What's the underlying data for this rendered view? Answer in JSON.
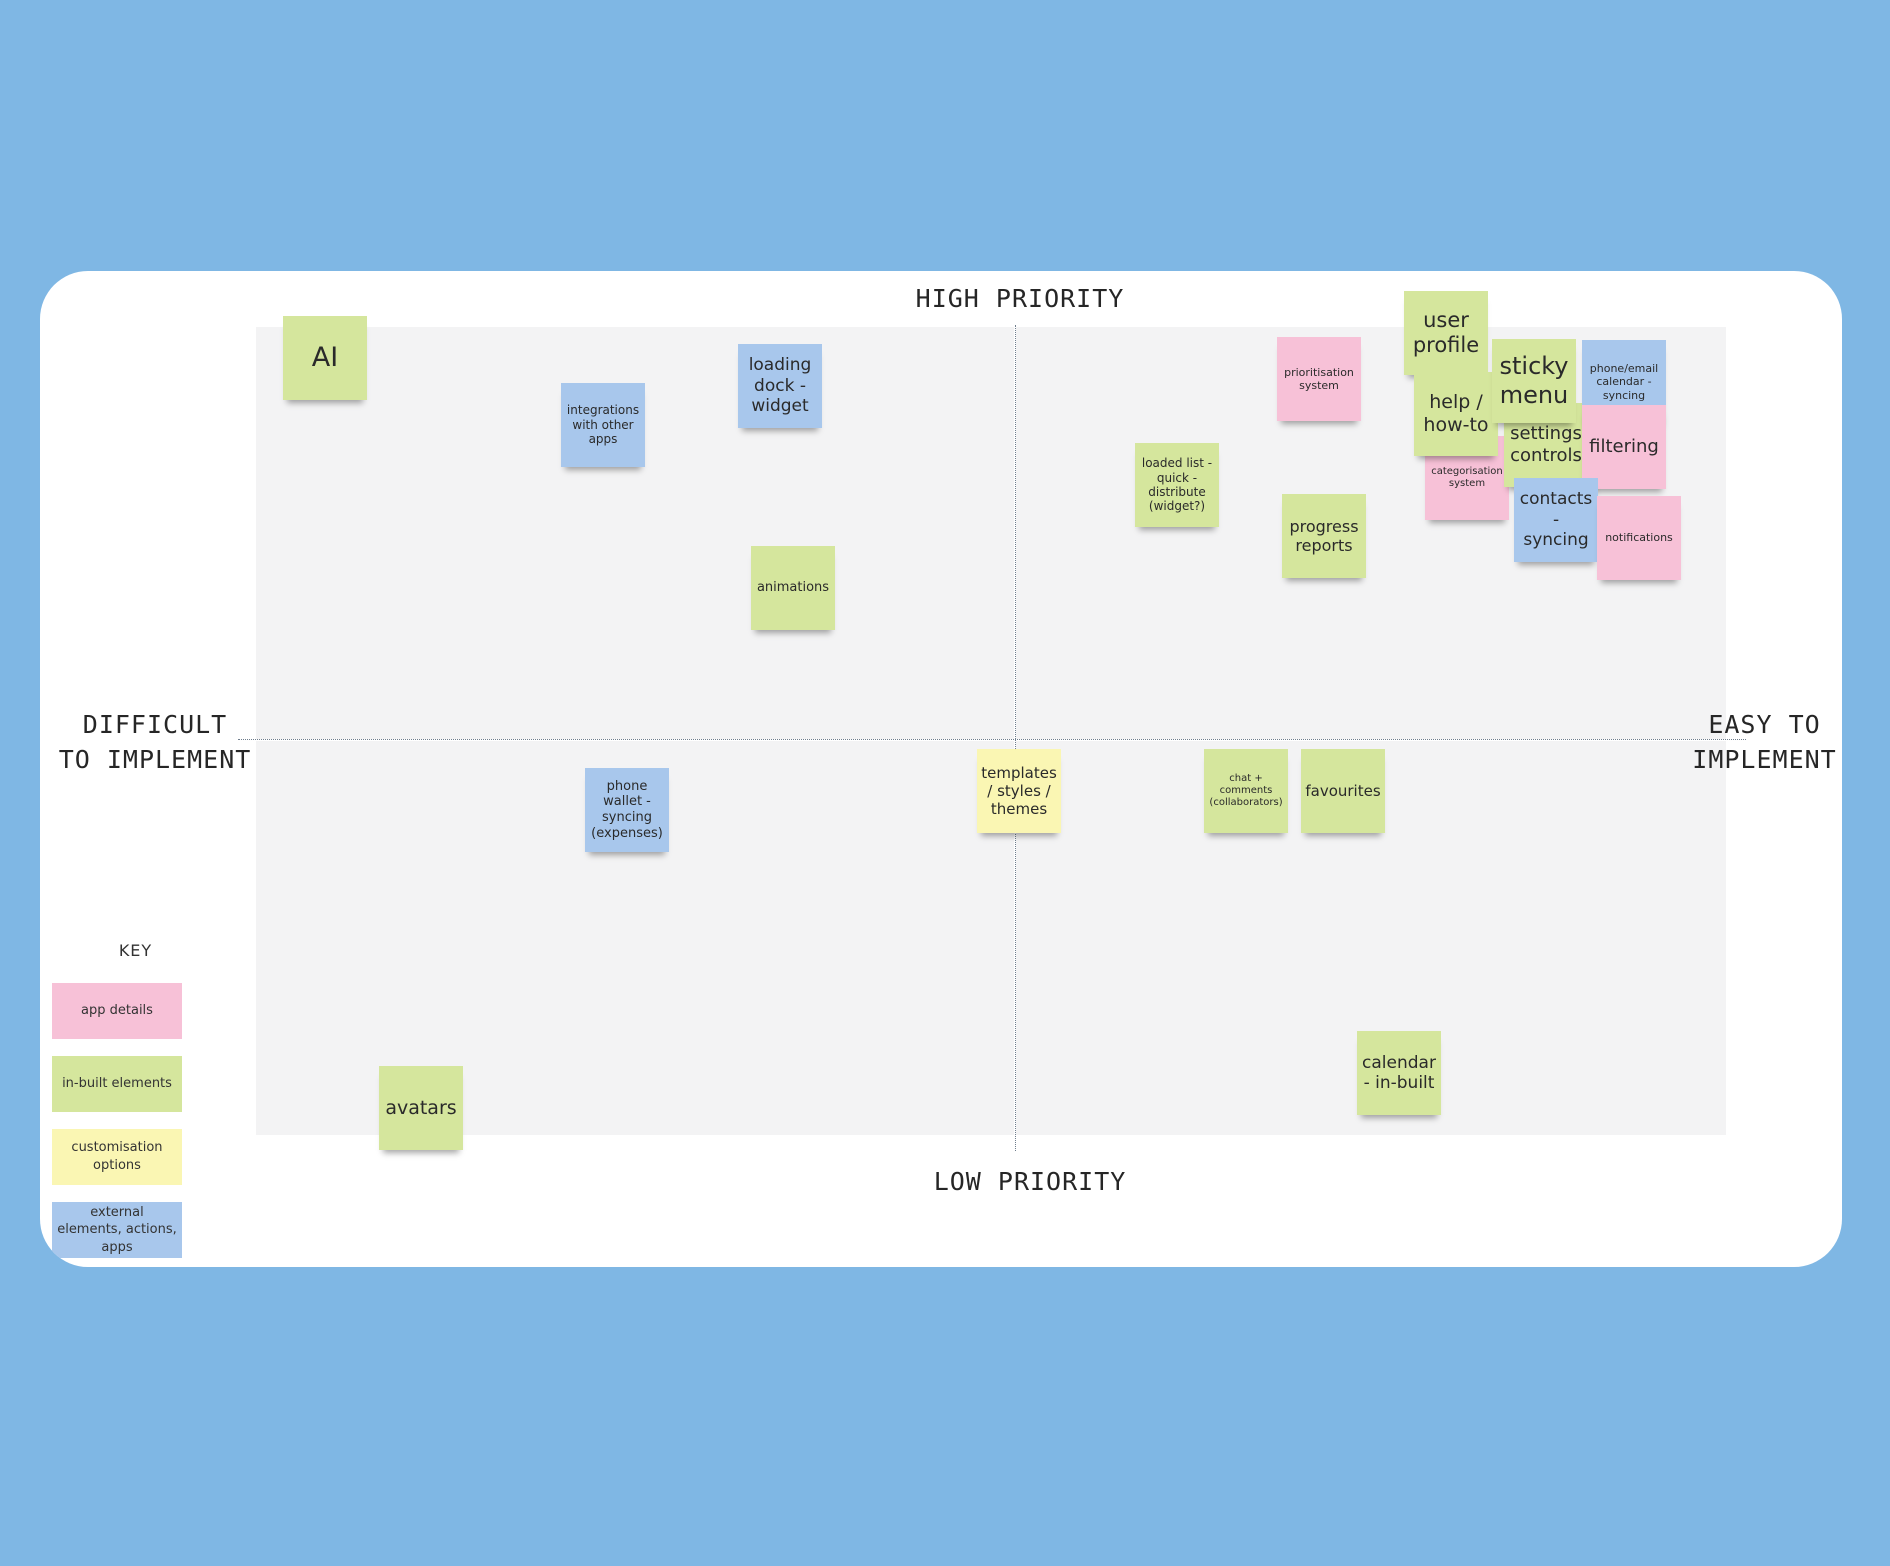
{
  "axes": {
    "top": "HIGH PRIORITY",
    "bottom": "LOW PRIORITY",
    "left": "DIFFICULT\nTO IMPLEMENT",
    "right": "EASY TO\nIMPLEMENT"
  },
  "colors": {
    "background": "#7fb7e4",
    "board": "#ffffff",
    "quadrant": "#f3f3f4",
    "pink": "#f7c1d7",
    "green": "#d5e69d",
    "yellow": "#faf6b3",
    "blue": "#a8c7ec"
  },
  "key": {
    "title": "KEY",
    "items": [
      {
        "label": "app details",
        "color": "pink"
      },
      {
        "label": "in-built elements",
        "color": "green"
      },
      {
        "label": "customisation options",
        "color": "yellow"
      },
      {
        "label": "external elements, actions, apps",
        "color": "blue"
      }
    ]
  },
  "notes": [
    {
      "text": "AI",
      "color": "green"
    },
    {
      "text": "integrations with other apps",
      "color": "blue"
    },
    {
      "text": "loading dock - widget",
      "color": "blue"
    },
    {
      "text": "animations",
      "color": "green"
    },
    {
      "text": "prioritisation system",
      "color": "pink"
    },
    {
      "text": "loaded list - quick - distribute (widget?)",
      "color": "green"
    },
    {
      "text": "progress reports",
      "color": "green"
    },
    {
      "text": "categorisation system",
      "color": "pink"
    },
    {
      "text": "user profile",
      "color": "green"
    },
    {
      "text": "help / how-to",
      "color": "green"
    },
    {
      "text": "settings controls",
      "color": "green"
    },
    {
      "text": "sticky menu",
      "color": "green"
    },
    {
      "text": "phone/email calendar - syncing",
      "color": "blue"
    },
    {
      "text": "filtering",
      "color": "pink"
    },
    {
      "text": "contacts - syncing",
      "color": "blue"
    },
    {
      "text": "notifications",
      "color": "pink"
    },
    {
      "text": "phone wallet - syncing (expenses)",
      "color": "blue"
    },
    {
      "text": "templates / styles / themes",
      "color": "yellow"
    },
    {
      "text": "chat + comments (collaborators)",
      "color": "green"
    },
    {
      "text": "favourites",
      "color": "green"
    },
    {
      "text": "avatars",
      "color": "green"
    },
    {
      "text": "calendar - in-built",
      "color": "green"
    }
  ]
}
